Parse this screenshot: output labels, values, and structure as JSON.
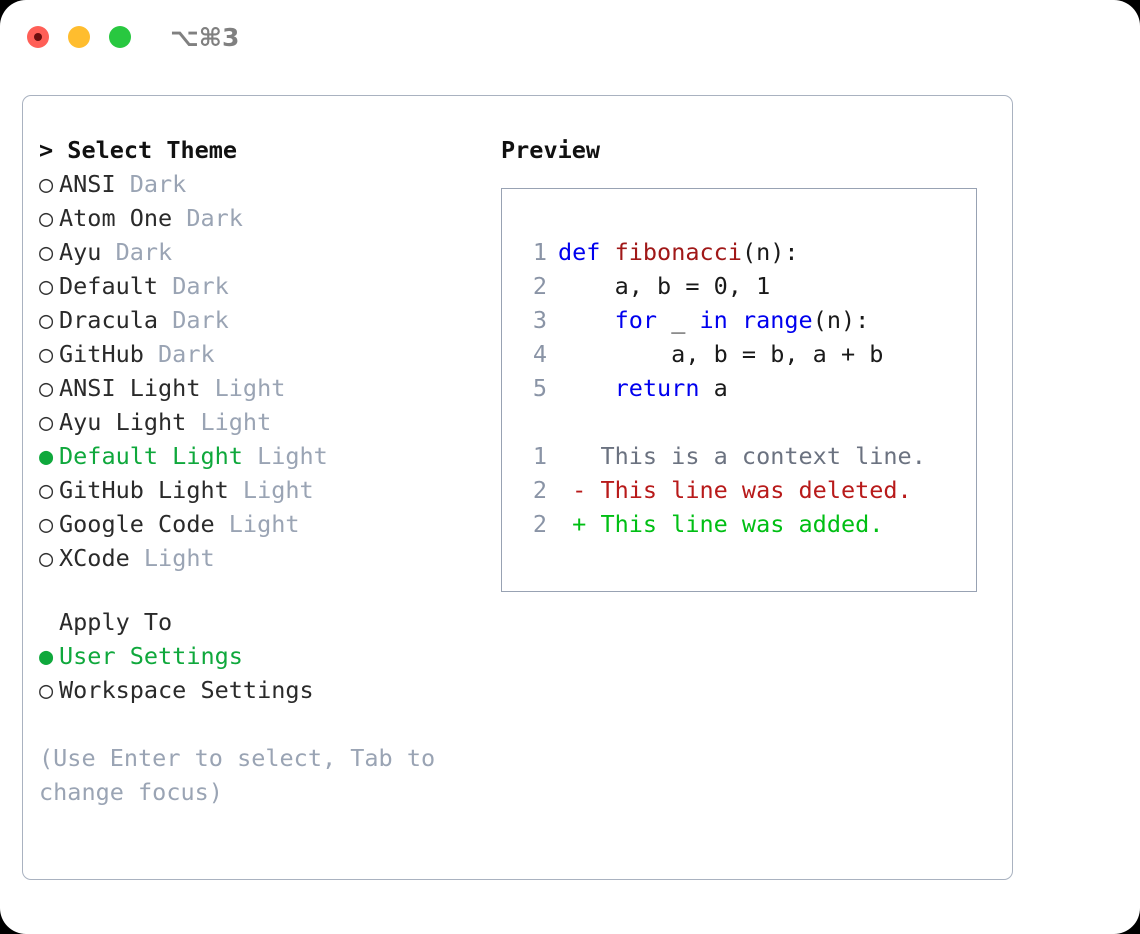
{
  "titlebar": {
    "shortcut": "⌥⌘3",
    "buttons": [
      {
        "name": "close",
        "color": "#ff5f57"
      },
      {
        "name": "minimize",
        "color": "#ffbd2e"
      },
      {
        "name": "maximize",
        "color": "#28c840"
      }
    ]
  },
  "theme_panel": {
    "header": "> Select Theme",
    "items": [
      {
        "marker": "○",
        "label": "ANSI",
        "tag": "Dark",
        "selected": false
      },
      {
        "marker": "○",
        "label": "Atom One",
        "tag": "Dark",
        "selected": false
      },
      {
        "marker": "○",
        "label": "Ayu",
        "tag": "Dark",
        "selected": false
      },
      {
        "marker": "○",
        "label": "Default",
        "tag": "Dark",
        "selected": false
      },
      {
        "marker": "○",
        "label": "Dracula",
        "tag": "Dark",
        "selected": false
      },
      {
        "marker": "○",
        "label": "GitHub",
        "tag": "Dark",
        "selected": false
      },
      {
        "marker": "○",
        "label": "ANSI Light",
        "tag": "Light",
        "selected": false
      },
      {
        "marker": "○",
        "label": "Ayu Light",
        "tag": "Light",
        "selected": false
      },
      {
        "marker": "●",
        "label": "Default Light",
        "tag": "Light",
        "selected": true
      },
      {
        "marker": "○",
        "label": "GitHub Light",
        "tag": "Light",
        "selected": false
      },
      {
        "marker": "○",
        "label": "Google Code",
        "tag": "Light",
        "selected": false
      },
      {
        "marker": "○",
        "label": "XCode",
        "tag": "Light",
        "selected": false
      }
    ]
  },
  "apply_to": {
    "header": "Apply To",
    "items": [
      {
        "marker": "●",
        "label": "User Settings",
        "selected": true
      },
      {
        "marker": "○",
        "label": "Workspace Settings",
        "selected": false
      }
    ]
  },
  "hint": "(Use Enter to select, Tab to change focus)",
  "preview": {
    "title": "Preview",
    "code_lines": [
      {
        "num": "1",
        "tokens": [
          {
            "t": "def",
            "c": "kw"
          },
          {
            "t": " ",
            "c": "plain"
          },
          {
            "t": "fibonacci",
            "c": "fn"
          },
          {
            "t": "(n):",
            "c": "plain"
          }
        ]
      },
      {
        "num": "2",
        "tokens": [
          {
            "t": "    a, b = 0, 1",
            "c": "plain"
          }
        ]
      },
      {
        "num": "3",
        "tokens": [
          {
            "t": "    ",
            "c": "plain"
          },
          {
            "t": "for",
            "c": "kw"
          },
          {
            "t": " _ ",
            "c": "plain"
          },
          {
            "t": "in",
            "c": "kw"
          },
          {
            "t": " ",
            "c": "plain"
          },
          {
            "t": "range",
            "c": "kw"
          },
          {
            "t": "(n):",
            "c": "plain"
          }
        ]
      },
      {
        "num": "4",
        "tokens": [
          {
            "t": "        a, b = b, a + b",
            "c": "plain"
          }
        ]
      },
      {
        "num": "5",
        "tokens": [
          {
            "t": "    ",
            "c": "plain"
          },
          {
            "t": "return",
            "c": "kw"
          },
          {
            "t": " a",
            "c": "plain"
          }
        ]
      }
    ],
    "diff_lines": [
      {
        "num": "1",
        "tokens": [
          {
            "t": "   This is a context line.",
            "c": "ctx"
          }
        ]
      },
      {
        "num": "2",
        "tokens": [
          {
            "t": " - This line was deleted.",
            "c": "del"
          }
        ]
      },
      {
        "num": "2",
        "tokens": [
          {
            "t": " + This line was added.",
            "c": "add"
          }
        ]
      }
    ]
  },
  "colors": {
    "accent_green": "#0fa83c",
    "diff_add_green": "#00bf14",
    "diff_del_red": "#b81a1a",
    "keyword_blue": "#0000ee",
    "function_red": "#a01818",
    "muted_gray": "#9aa4b4",
    "border": "#a9b2c0",
    "preview_border": "#98a2b3"
  }
}
